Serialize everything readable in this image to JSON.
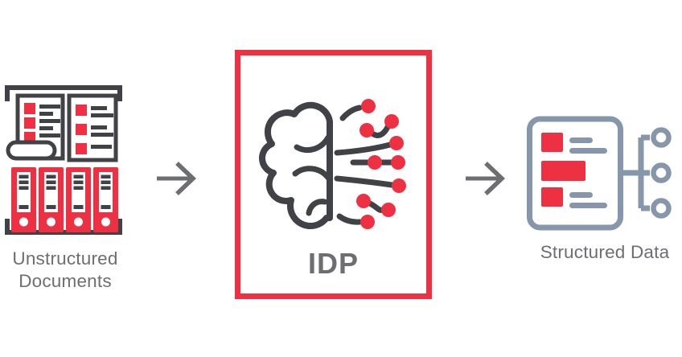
{
  "diagram": {
    "type": "process-flow",
    "nodes": [
      {
        "id": "unstructured-documents",
        "label": "Unstructured Documents",
        "label_lines": [
          "Unstructured",
          "Documents"
        ],
        "icon": "documents-and-binders-icon"
      },
      {
        "id": "idp",
        "label": "IDP",
        "icon": "brain-circuit-icon",
        "highlighted": true
      },
      {
        "id": "structured-data",
        "label": "Structured Data",
        "icon": "document-tree-icon"
      }
    ],
    "connectors": [
      {
        "from": "unstructured-documents",
        "to": "idp",
        "type": "right-arrow"
      },
      {
        "from": "idp",
        "to": "structured-data",
        "type": "right-arrow"
      }
    ],
    "colors": {
      "accent_red": "#ee3142",
      "icon_dark_gray": "#414247",
      "label_gray": "#6d6e71",
      "icon_blue_gray": "#8797ab",
      "background": "#ffffff"
    }
  }
}
